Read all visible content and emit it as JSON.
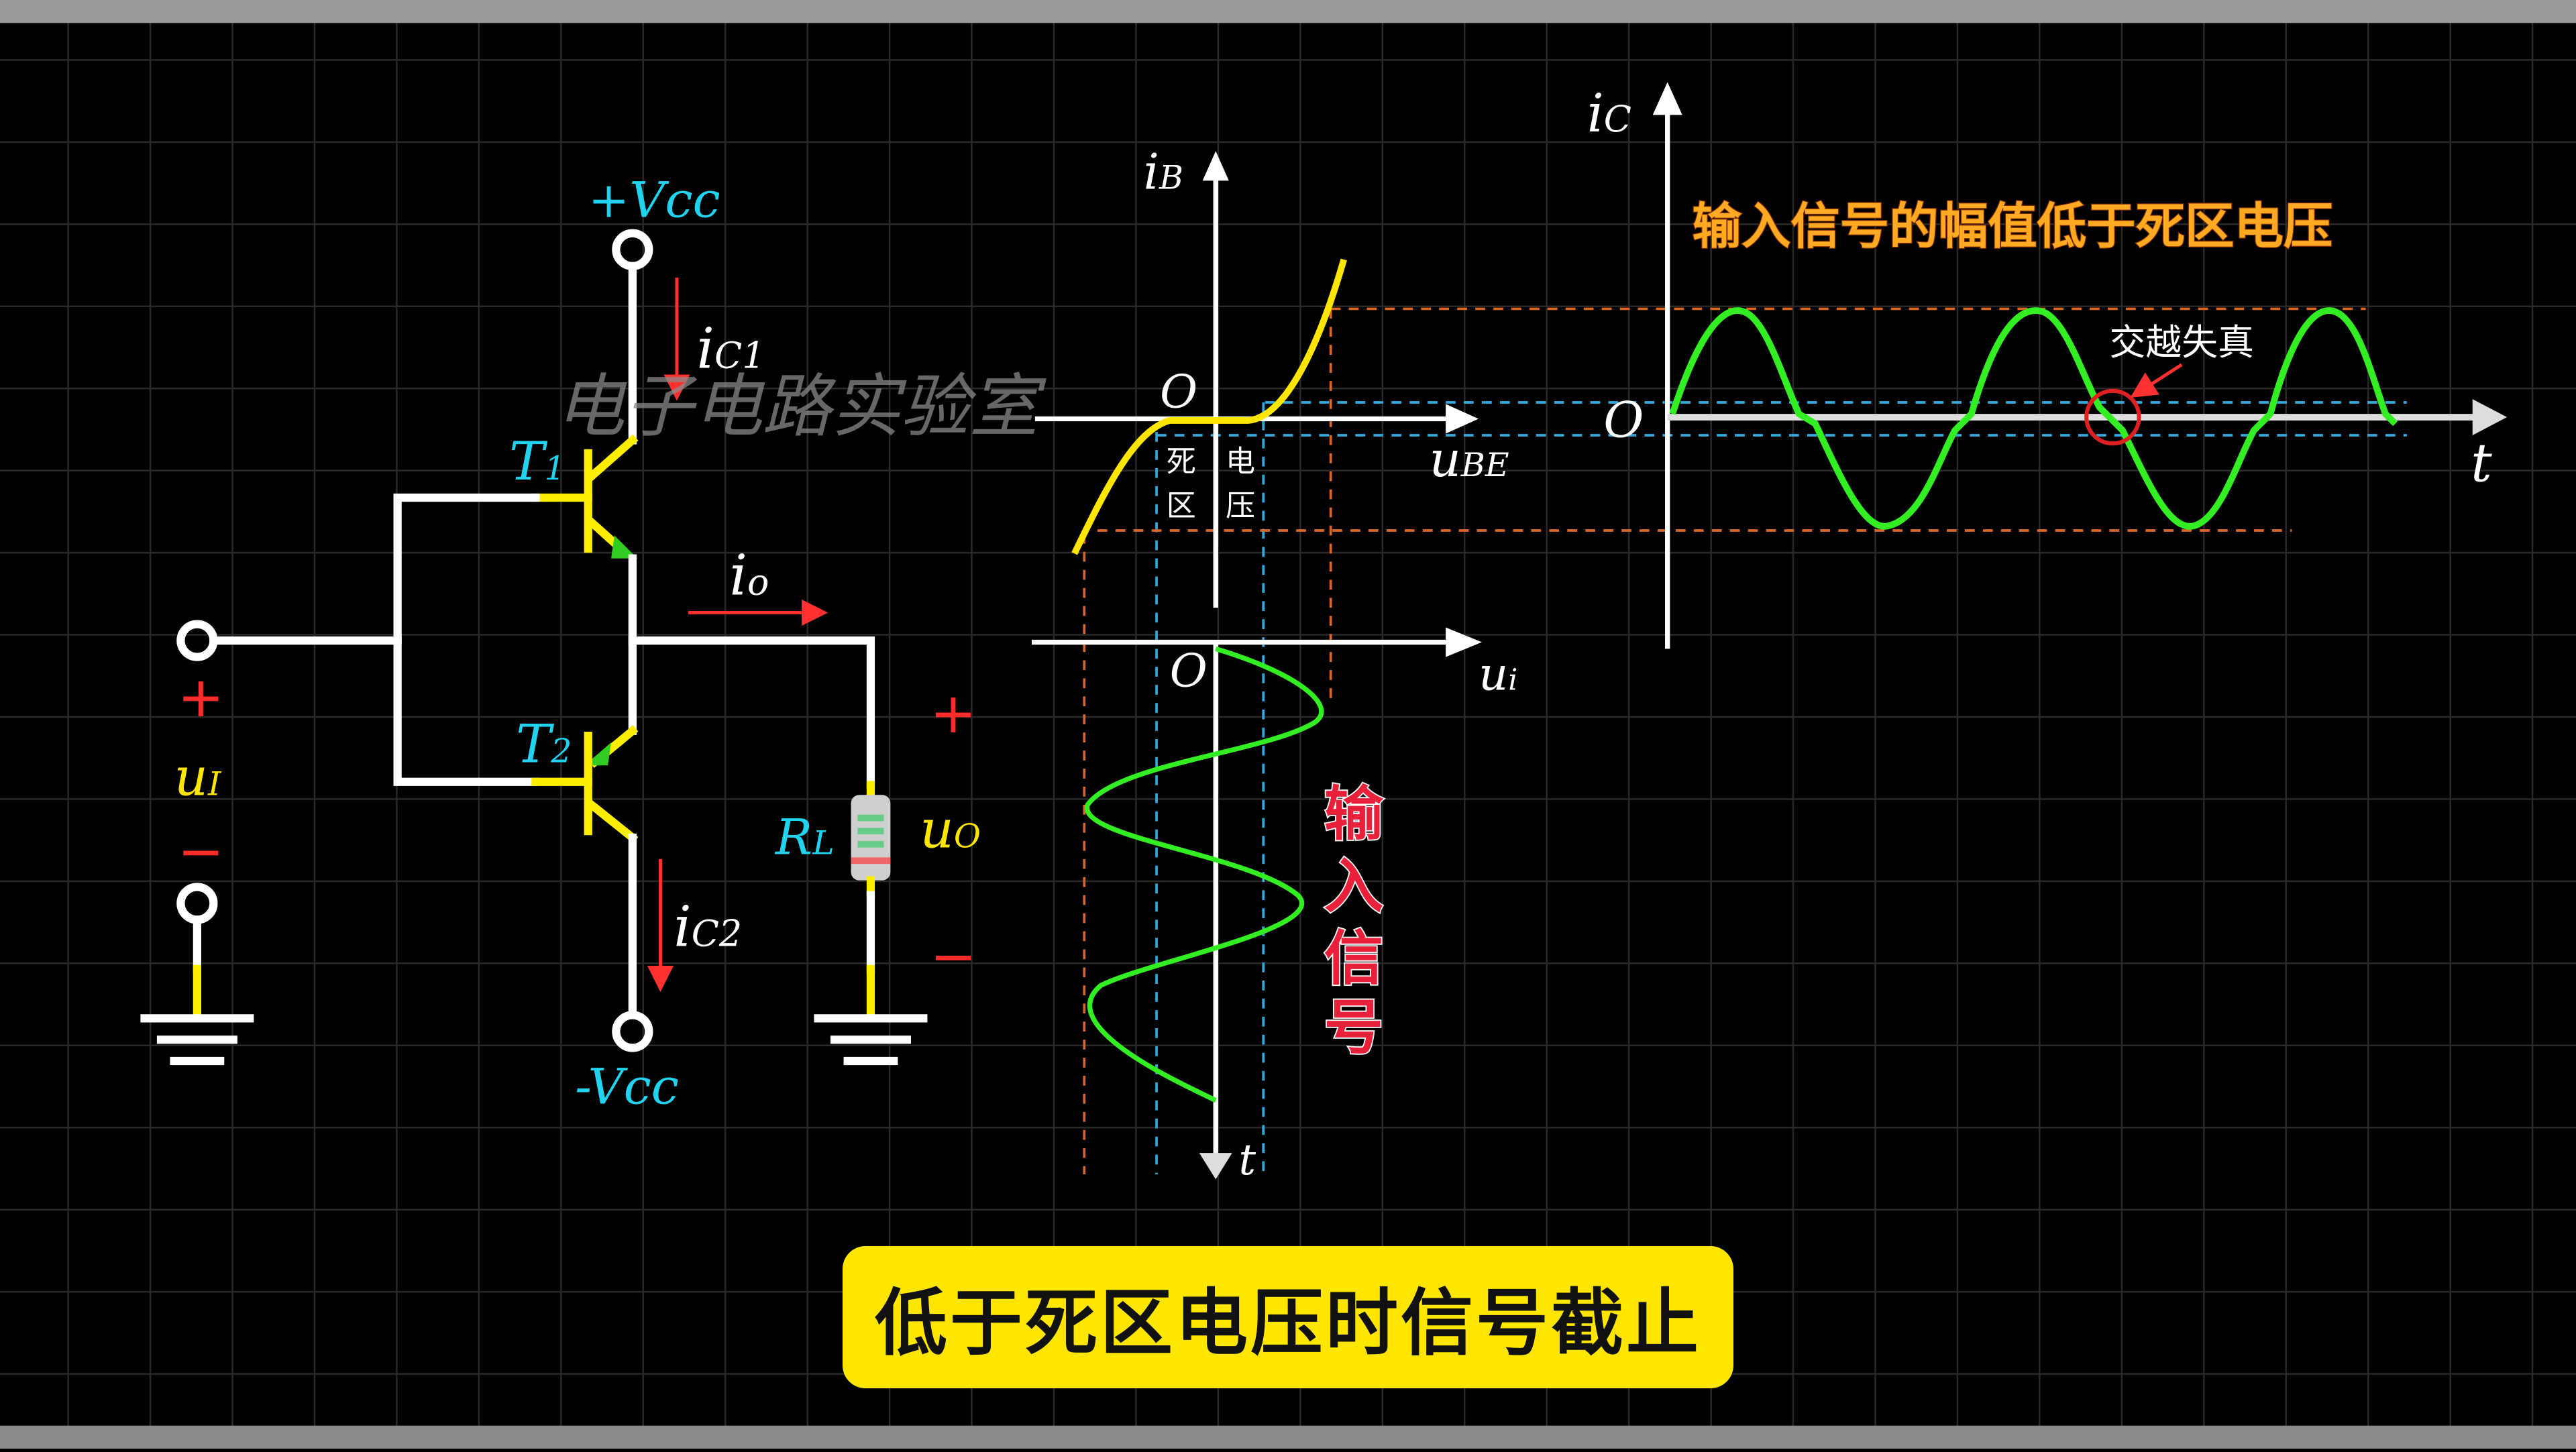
{
  "colors": {
    "background": "#000000",
    "grid": "#2a2a2a",
    "top_bar": "#9a9a9a",
    "wire": "#ffffff",
    "transistor": "#ffee00",
    "label_cyan": "#22d3f0",
    "arrow_red": "#ff3030",
    "signal_green": "#33ee22",
    "curve_yellow": "#ffe600",
    "guide_blue": "#33aadd",
    "guide_orange": "#dd6622",
    "title_orange": "#ffaa22",
    "banner_bg": "#ffe600"
  },
  "watermark": "电子电路实验室",
  "circuit": {
    "vcc_pos": "+Vcc",
    "vcc_neg": "-Vcc",
    "t1": "T",
    "t1_sub": "1",
    "t2": "T",
    "t2_sub": "2",
    "ic1": "i",
    "ic1_sub": "C1",
    "ic2": "i",
    "ic2_sub": "C2",
    "io": "i",
    "io_sub": "o",
    "ui": "u",
    "ui_sub": "I",
    "uo": "u",
    "uo_sub": "O",
    "rl": "R",
    "rl_sub": "L",
    "plus": "+",
    "minus": "−"
  },
  "ib_graph": {
    "y_axis": "i",
    "y_sub": "B",
    "x_axis": "u",
    "x_sub": "BE",
    "origin": "O",
    "dead_zone_1": "死",
    "dead_zone_2": "区",
    "dead_zone_3": "电",
    "dead_zone_4": "压"
  },
  "input_graph": {
    "x_axis": "u",
    "x_sub": "i",
    "t_axis": "t",
    "origin": "O",
    "label_chars": [
      "输",
      "入",
      "信",
      "号"
    ]
  },
  "ic_graph": {
    "y_axis": "i",
    "y_sub": "C",
    "t_axis": "t",
    "origin": "O",
    "title": "输入信号的幅值低于死区电压",
    "annotation": "交越失真"
  },
  "banner": {
    "text": "低于死区电压时信号截止"
  }
}
